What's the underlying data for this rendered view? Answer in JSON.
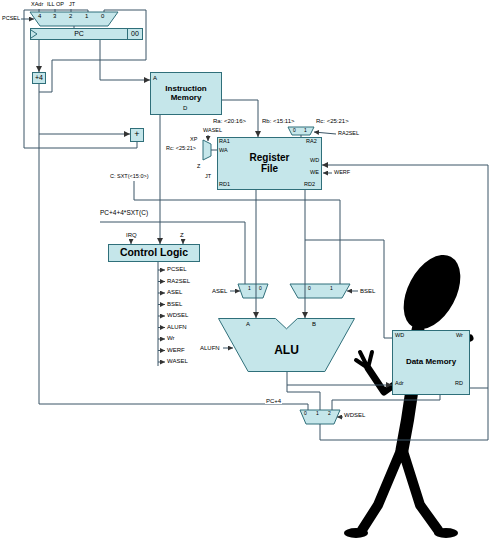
{
  "diagram": {
    "nodes": [
      {
        "text": [
          "PC",
          "00"
        ]
      },
      {
        "text": [
          "Instruction Memory"
        ]
      },
      {
        "text": [
          "+4"
        ]
      },
      {
        "text": [
          "+"
        ]
      },
      {
        "text": [
          "Register File"
        ]
      },
      {
        "text": [
          "Control Logic"
        ]
      },
      {
        "text": [
          "ALU"
        ]
      },
      {
        "text": [
          "Data Memory"
        ]
      }
    ],
    "edges": [
      {
        "from": 0,
        "to": 1,
        "arrow": "to"
      },
      {
        "from": 0,
        "to": 2,
        "arrow": "to"
      },
      {
        "from": 2,
        "to": 3,
        "arrow": "to"
      },
      {
        "from": 1,
        "to": 4,
        "arrow": "to"
      },
      {
        "from": 1,
        "to": 5,
        "arrow": "to"
      },
      {
        "from": 4,
        "to": 6,
        "arrow": "to"
      },
      {
        "from": 4,
        "to": 6,
        "arrow": "to"
      },
      {
        "from": 6,
        "to": 7,
        "arrow": "to"
      },
      {
        "from": 7,
        "to": 4,
        "arrow": "to"
      }
    ],
    "labels": [
      "XAdr",
      "ILL OP",
      "JT",
      "PCSEL",
      "4",
      "3",
      "2",
      "1",
      "0",
      "A",
      "D",
      "Ra: <20:16>",
      "Rb: <15:11>",
      "Rc: <25:21>",
      "0",
      "1",
      "RA2SEL",
      "XP",
      "WASEL",
      "Rc: <25:21>",
      "Z",
      "C: SXT(<15:0>)",
      "JT",
      "RA1",
      "WA",
      "RD1",
      "RA2",
      "WD",
      "RD2",
      "WE",
      "WERF",
      "PC+4+4*SXT(C)",
      "IRQ",
      "Z",
      "PCSEL",
      "RA2SEL",
      "ASEL",
      "BSEL",
      "WDSEL",
      "ALUFN",
      "Wr",
      "WERF",
      "WASEL",
      "ASEL",
      "1",
      "0",
      "1",
      "0",
      "BSEL",
      "ALUFN",
      "A",
      "B",
      "WD",
      "Wr",
      "Adr",
      "RD",
      "PC+4",
      "0",
      "1",
      "2",
      "WDSEL"
    ]
  }
}
